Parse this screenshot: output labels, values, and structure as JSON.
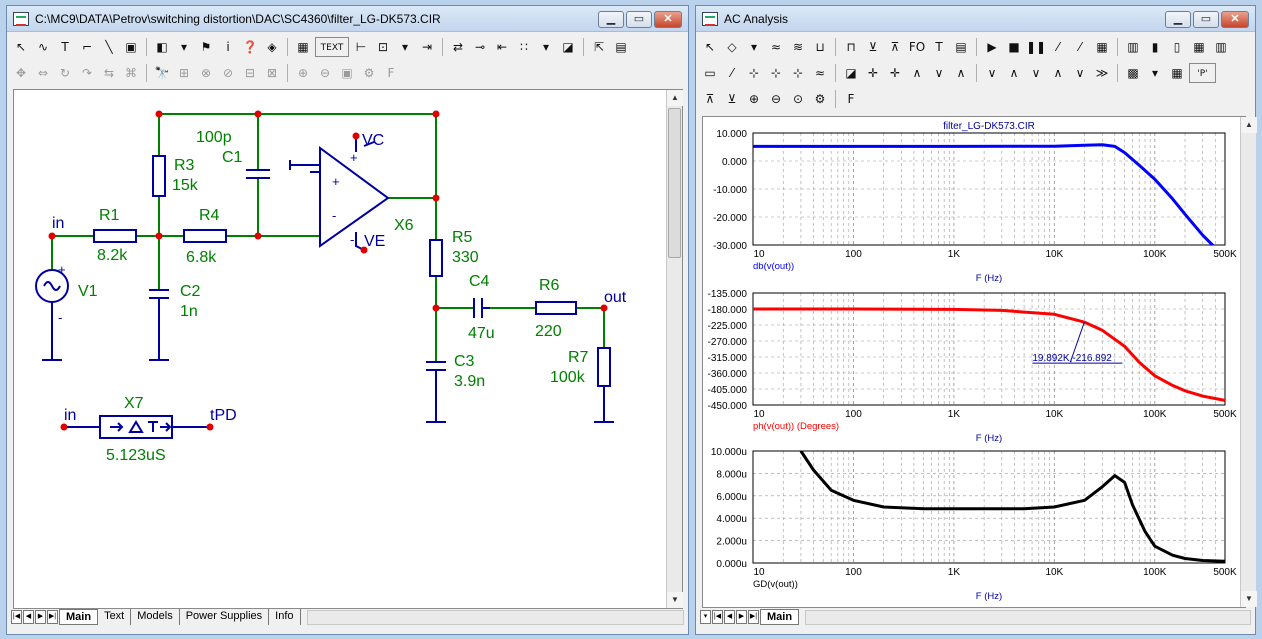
{
  "schematic_window": {
    "title": "C:\\MC9\\DATA\\Petrov\\switching distortion\\DAC\\SC4360\\filter_LG-DK573.CIR",
    "toolbar1": [
      "pointer-icon",
      "wire-icon",
      "text-tool-icon",
      "ortho-wire-icon",
      "line-icon",
      "component-icon",
      "region-icon",
      "dropdown-icon",
      "flag-icon",
      "info-icon",
      "help-icon",
      "attribute-icon",
      "node-icon",
      "text-box-icon",
      "pin-icon",
      "grid-icon",
      "dropdown-icon",
      "probe-icon",
      "arrow-icon",
      "bus-icon",
      "connect-icon",
      "dots-icon",
      "dropdown-icon",
      "window-icon",
      "select-icon",
      "properties-icon"
    ],
    "toolbar1_glyphs": [
      "↖",
      "∿",
      "T",
      "⌐",
      "╲",
      "▣",
      "◧",
      "▾",
      "⚑",
      "i",
      "❓",
      "◈",
      "▦",
      "TEXT",
      "⊢",
      "⊡",
      "▾",
      "⇥",
      "⇄",
      "⊸",
      "⇤",
      "∷",
      "▾",
      "◪",
      "⇱",
      "▤"
    ],
    "toolbar2_glyphs": [
      "✥",
      "⇔",
      "↻",
      "↷",
      "⇆",
      "⌘",
      "🔭",
      "⊞",
      "⊗",
      "⊘",
      "⊟",
      "⊠",
      "⊕",
      "⊖",
      "▣",
      "⚙",
      "F"
    ],
    "tabs": [
      "Main",
      "Text",
      "Models",
      "Power Supplies",
      "Info"
    ],
    "active_tab": "Main",
    "labels": {
      "in": "in",
      "R1": "R1",
      "R1v": "8.2k",
      "R3": "R3",
      "R3v": "15k",
      "R4": "R4",
      "R4v": "6.8k",
      "C1": "C1",
      "C1v": "100p",
      "C2": "C2",
      "C2v": "1n",
      "V1": "V1",
      "VC": "VC",
      "VE": "VE",
      "X6": "X6",
      "R5": "R5",
      "R5v": "330",
      "C4": "C4",
      "C4v": "47u",
      "R6": "R6",
      "R6v": "220",
      "out": "out",
      "C3": "C3",
      "C3v": "3.9n",
      "R7": "R7",
      "R7v": "100k",
      "X7": "X7",
      "X7in": "in",
      "tPD": "tPD",
      "X7v": "5.123uS",
      "plus": "+",
      "minus": "-",
      "opplus": "+",
      "opminus": "-"
    }
  },
  "ac_window": {
    "title": "AC Analysis",
    "plot_title": "filter_LG-DK573.CIR",
    "tabs": [
      "Main"
    ],
    "toolbar1_glyphs": [
      "↖",
      "◇",
      "▾",
      "≈",
      "≋",
      "⊔",
      "⊓",
      "⊻",
      "⊼",
      "FO",
      "T",
      "▤",
      "▶",
      "■",
      "❚❚",
      "⁄",
      "⁄",
      "▦",
      "▥",
      "▮",
      "▯",
      "▦",
      "▥"
    ],
    "toolbar2_glyphs": [
      "▭",
      "⁄",
      "⊹",
      "⊹",
      "⊹",
      "≈",
      "◪",
      "✛",
      "✛",
      "∧",
      "∨",
      "∧",
      "∨",
      "∧",
      "∨",
      "∧",
      "∨",
      "≫",
      "▩",
      "▾",
      "▦",
      "'P'"
    ],
    "toolbar3_glyphs": [
      "⊼",
      "⊻",
      "⊕",
      "⊖",
      "⊙",
      "⚙",
      "F"
    ]
  },
  "chart_data": [
    {
      "type": "line",
      "title": "filter_LG-DK573.CIR",
      "xlabel": "F (Hz)",
      "ylabel": "db(v(out))",
      "x_scale": "log",
      "xlim": [
        10,
        500000
      ],
      "ylim": [
        -30,
        10
      ],
      "x_ticks": [
        "10",
        "100",
        "1K",
        "10K",
        "100K",
        "500K"
      ],
      "y_ticks": [
        "10.000",
        "0.000",
        "-10.000",
        "-20.000",
        "-30.000"
      ],
      "series": [
        {
          "color": "#0000ff",
          "x": [
            10,
            100,
            1000,
            10000,
            20000,
            30000,
            40000,
            50000,
            70000,
            100000,
            150000,
            200000,
            300000,
            400000
          ],
          "y": [
            5.2,
            5.2,
            5.2,
            5.3,
            5.6,
            5.8,
            5.2,
            3.0,
            -1.5,
            -6.5,
            -13.5,
            -19.0,
            -26.5,
            -31.0
          ]
        }
      ],
      "grid": true
    },
    {
      "type": "line",
      "xlabel": "F (Hz)",
      "ylabel": "ph(v(out)) (Degrees)",
      "x_scale": "log",
      "xlim": [
        10,
        500000
      ],
      "ylim": [
        -450,
        -135
      ],
      "x_ticks": [
        "10",
        "100",
        "1K",
        "10K",
        "100K",
        "500K"
      ],
      "y_ticks": [
        "-135.000",
        "-180.000",
        "-225.000",
        "-270.000",
        "-315.000",
        "-360.000",
        "-405.000",
        "-450.000"
      ],
      "annotation": {
        "text": "19.892K,-216.892",
        "x": 19892,
        "y": -216.892
      },
      "series": [
        {
          "color": "#ff0000",
          "x": [
            10,
            100,
            1000,
            3000,
            10000,
            20000,
            30000,
            50000,
            70000,
            100000,
            150000,
            200000,
            300000,
            500000
          ],
          "y": [
            -180,
            -180,
            -181,
            -184,
            -195,
            -217,
            -240,
            -285,
            -330,
            -368,
            -395,
            -410,
            -425,
            -437
          ]
        }
      ],
      "grid": true
    },
    {
      "type": "line",
      "xlabel": "F (Hz)",
      "ylabel": "GD(v(out))",
      "x_scale": "log",
      "xlim": [
        10,
        500000
      ],
      "ylim": [
        0,
        10
      ],
      "x_ticks": [
        "10",
        "100",
        "1K",
        "10K",
        "100K",
        "500K"
      ],
      "y_ticks": [
        "10.000u",
        "8.000u",
        "6.000u",
        "4.000u",
        "2.000u",
        "0.000u"
      ],
      "series": [
        {
          "color": "#000000",
          "x": [
            30,
            40,
            60,
            100,
            200,
            500,
            1000,
            5000,
            10000,
            20000,
            30000,
            40000,
            50000,
            60000,
            80000,
            100000,
            150000,
            200000,
            300000,
            500000
          ],
          "y": [
            10.0,
            8.3,
            6.5,
            5.6,
            5.0,
            4.85,
            4.85,
            4.85,
            5.0,
            5.6,
            6.8,
            7.8,
            7.2,
            5.2,
            2.8,
            1.5,
            0.7,
            0.4,
            0.22,
            0.15
          ]
        }
      ],
      "grid": true
    }
  ]
}
